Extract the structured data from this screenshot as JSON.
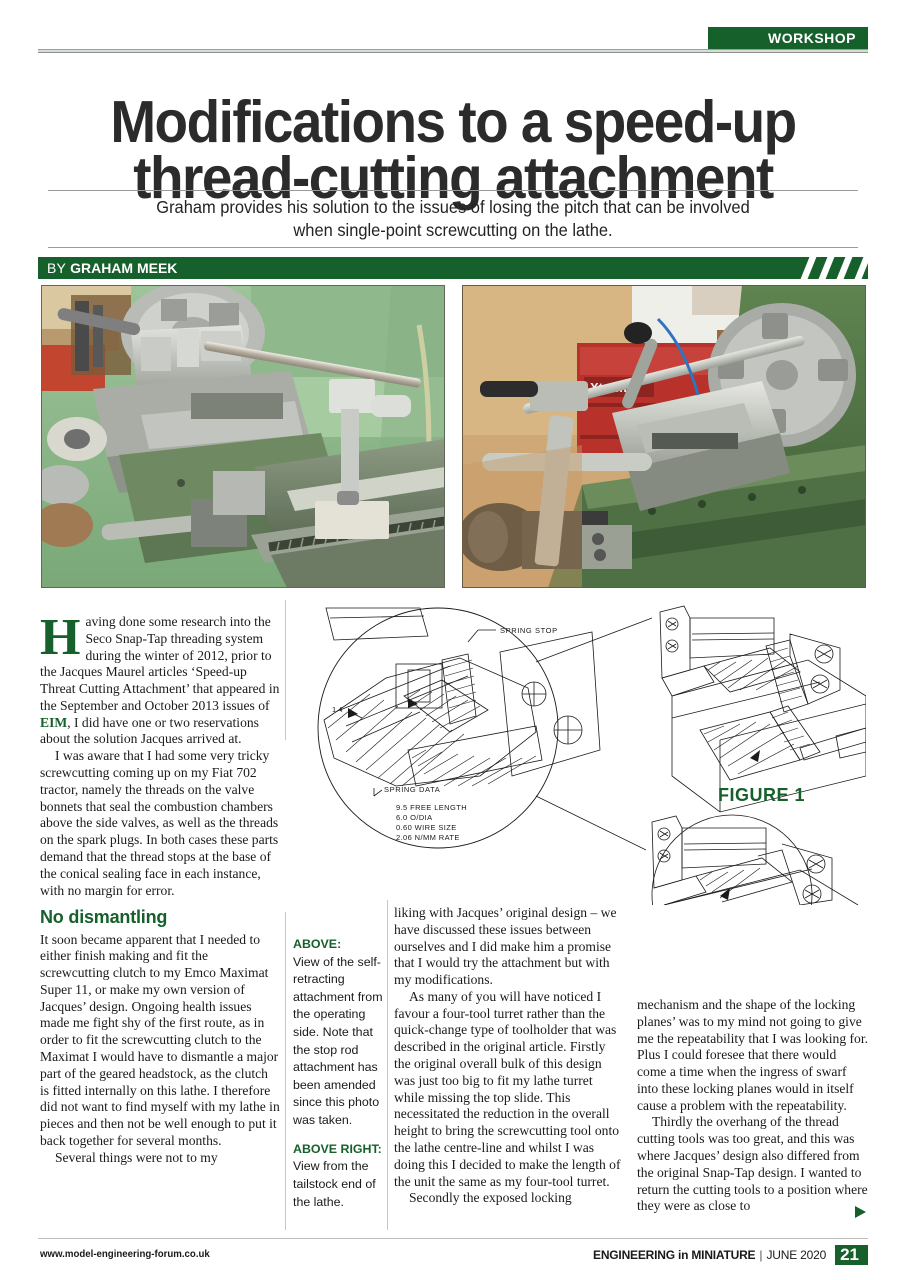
{
  "kicker": {
    "label": "WORKSHOP"
  },
  "headline": {
    "line1": "Modifications to a speed-up",
    "line2": "thread-cutting attachment"
  },
  "standfirst": {
    "line1": "Graham provides his solution to the issues of losing the pitch that can be involved",
    "line2": "when single-point screwcutting on the lathe."
  },
  "byline": {
    "prefix": "BY",
    "author": "GRAHAM MEEK"
  },
  "photos": {
    "left": {
      "alt": "Lathe with self-retracting thread-cutting attachment, operating side"
    },
    "right": {
      "alt": "Lathe viewed from the tailstock end with attachment fitted"
    }
  },
  "figure": {
    "label": "FIGURE 1",
    "callouts": {
      "spring_stop": "SPRING STOP",
      "spring_data_title": "SPRING DATA",
      "dimension": "1.4"
    },
    "spring_data": [
      "9.5  FREE  LENGTH",
      "6.0  O/DIA",
      "0.60  WIRE  SIZE",
      "2.06  N/MM  RATE"
    ]
  },
  "body": {
    "col1": {
      "dropcap": "H",
      "p1_rest": "aving done some research into the Seco Snap-Tap threading system during the winter of 2012, prior to the Jacques Maurel articles ‘Speed-up Threat Cutting Attachment’ that appeared in the September and October 2013 issues of ",
      "p1_eim": "EIM",
      "p1_tail": ", I did have one or two reservations about the solution Jacques arrived at.",
      "p2": "I was aware that I had some very tricky screwcutting coming up on my Fiat 702 tractor, namely the threads on the valve bonnets that seal the combustion chambers above the side valves, as well as the threads on the spark plugs. In both cases these parts demand that the thread stops at the base of the conical sealing face in each instance, with no margin for error.",
      "subhead": "No dismantling",
      "p3": "It soon became apparent that I needed to either finish making and fit the screwcutting clutch to my Emco Maximat Super 11, or make my own version of Jacques’ design. Ongoing health issues made me fight shy of the first route, as in order to fit the screwcutting clutch to the Maximat I would have to dismantle a major part of the geared headstock, as the clutch is fitted internally on this lathe. I therefore did not want to find myself with my lathe in pieces and then not be well enough to put it back together for several months.",
      "p4": "Several things were not to my"
    },
    "captions": {
      "above_label": "ABOVE:",
      "above_text": "View of the self-retracting attachment from the operating side. Note that the stop rod attachment has been amended since this photo was taken.",
      "above_right_label": "ABOVE RIGHT:",
      "above_right_text": "View from the tailstock end of the lathe."
    },
    "col3": {
      "p1": "liking with Jacques’ original design – we have discussed these issues between ourselves and I did make him a promise that I would try the attachment but with my modifications.",
      "p2": "As many of you will have noticed I favour a four-tool turret rather than the quick-change type of toolholder that was described in the original article. Firstly the original overall bulk of this design was just too big to fit my lathe turret while missing the top slide. This necessitated the reduction in the overall height to bring the screwcutting tool onto the lathe centre-line and whilst I was doing this I decided to make the length of the unit the same as my four-tool turret.",
      "p3": "Secondly the exposed locking"
    },
    "col4": {
      "p1": "mechanism and the shape of the locking planes’ was to my mind not going to give me the repeatability that I was looking for. Plus I could foresee that there would come a time when the ingress of swarf into these locking planes would in itself cause a problem with the repeatability.",
      "p2": "Thirdly the overhang of the thread cutting tools was too great, and this was where Jacques’ design also differed from the original Snap-Tap design. I wanted to return the cutting tools to a position where they were as close to"
    }
  },
  "footer": {
    "website": "www.model-engineering-forum.co.uk",
    "magazine_main": "ENGINEERING",
    "magazine_in": "in",
    "magazine_tail": "MINIATURE",
    "separator": "|",
    "issue": "JUNE 2020",
    "page": "21"
  },
  "colors": {
    "brand_green": "#16602c",
    "rule_grey": "#bdbdbd",
    "text": "#1a1a1a"
  }
}
